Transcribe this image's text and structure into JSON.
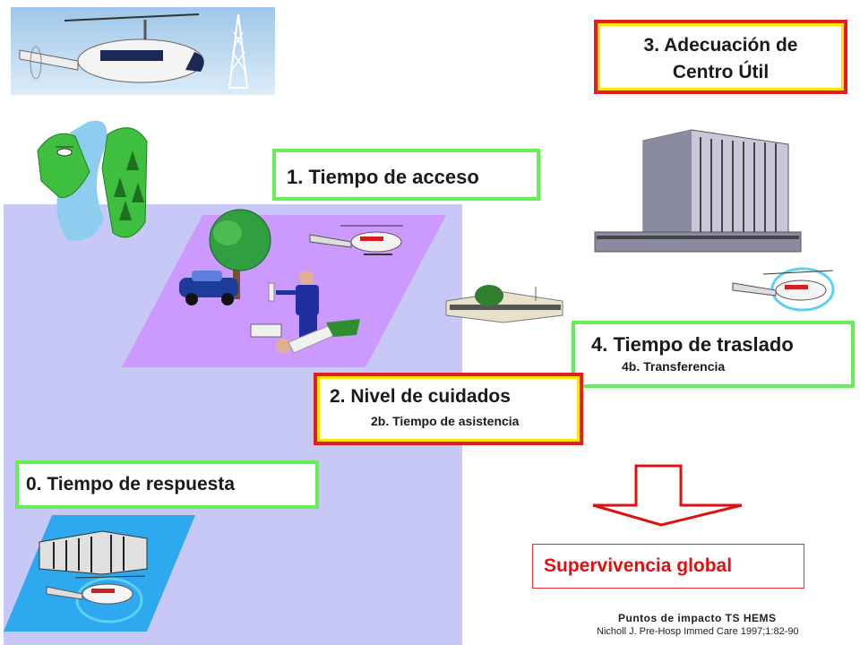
{
  "boxes": {
    "adecuacion_line1": "3. Adecuación de",
    "adecuacion_line2": "Centro Útil",
    "acceso": "1. Tiempo de acceso",
    "traslado": "4. Tiempo de traslado",
    "transferencia": "4b. Transferencia",
    "cuidados": "2. Nivel de cuidados",
    "asistencia": "2b. Tiempo de asistencia",
    "respuesta": "0. Tiempo de respuesta"
  },
  "outcome": "Supervivencia global",
  "citation": {
    "title": "Puntos de impacto TS HEMS",
    "reference": "Nicholl J. Pre-Hosp Immed Care 1997;1:82-90"
  },
  "colors": {
    "green_border": "#66ee55",
    "red_border": "#e02020",
    "lilac_panel": "#c8c8f7",
    "purple_plane": "#cc99ff",
    "arrow_red": "#e01010"
  },
  "icons": [
    "helicopter",
    "radio-tower",
    "river-island-map",
    "tree",
    "car",
    "paramedic",
    "patient",
    "hospital-building",
    "clinic-building",
    "helipad-circle",
    "down-arrow"
  ]
}
